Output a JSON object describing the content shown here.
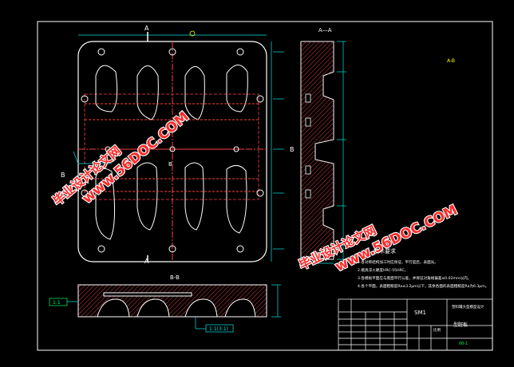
{
  "section_labels": {
    "a_left": "A",
    "a_left_bottom": "A",
    "b_right": "B",
    "b_left": "B",
    "b_left2": "B",
    "aa_title": "A—A",
    "bb_title": "B-B",
    "ab_tag": "A-B"
  },
  "technical_requirements": {
    "title": "技术要求",
    "items": [
      "1.各对称结构加工时应保证，平行度后，表面光。",
      "2.模具淬火硬度HRC-55HRC。",
      "3.各模板平面应与底面平行公差，并保证对角线偏差≤0.02mm以内。",
      "4.各个平面，表面粗糙度Ra≤3.2μm以下，其余各面的表面粗糙度Ra为6.3μm。"
    ]
  },
  "boxed_labels": {
    "left_box": "1:1",
    "bottom_box": "1:1(3:1)"
  },
  "title_block": {
    "material": "SM1",
    "part_name": "塑料罐大型模型设计",
    "drawing_no": "型腔板",
    "scale_label": "比例",
    "code": "00-1"
  },
  "watermarks": [
    {
      "text": "毕业设计论文网",
      "url": "www.56DOC.COM"
    },
    {
      "text": "毕业设计论文网",
      "url": "www.56DOC.COM"
    }
  ],
  "colors": {
    "background": "#000000",
    "outline": "#ffffff",
    "hatch": "#d84040",
    "centerline": "#ff4040",
    "dimension": "#00e6e6",
    "accent": "#ffff00",
    "green": "#00ff66",
    "watermark": "#ff2a2a"
  }
}
